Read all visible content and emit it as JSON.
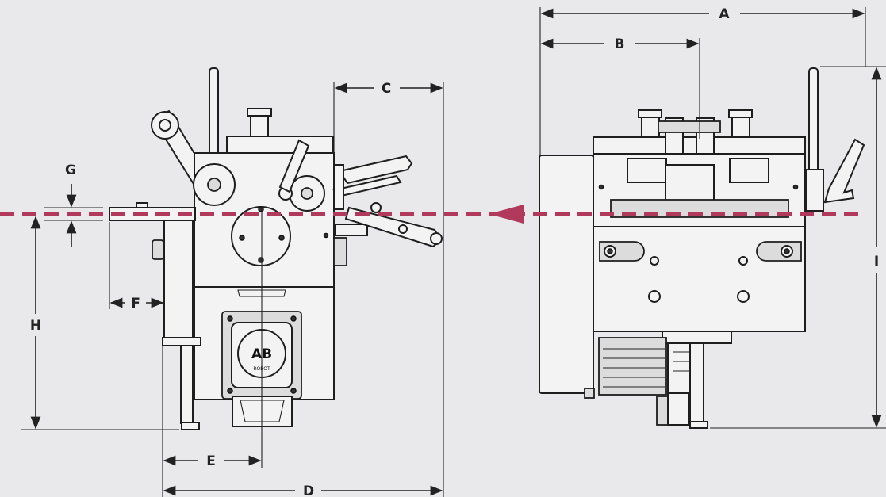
{
  "dimensions": {
    "A": "A",
    "B": "B",
    "C": "C",
    "D": "D",
    "E": "E",
    "F": "F",
    "G": "G",
    "H": "H",
    "I": "I"
  },
  "motor_logo": {
    "brand": "AB",
    "subtext": "ROBOT"
  },
  "colors": {
    "background": "#e9e9eb",
    "feed_line": "#b13a5c",
    "ink": "#1e1e1e"
  }
}
